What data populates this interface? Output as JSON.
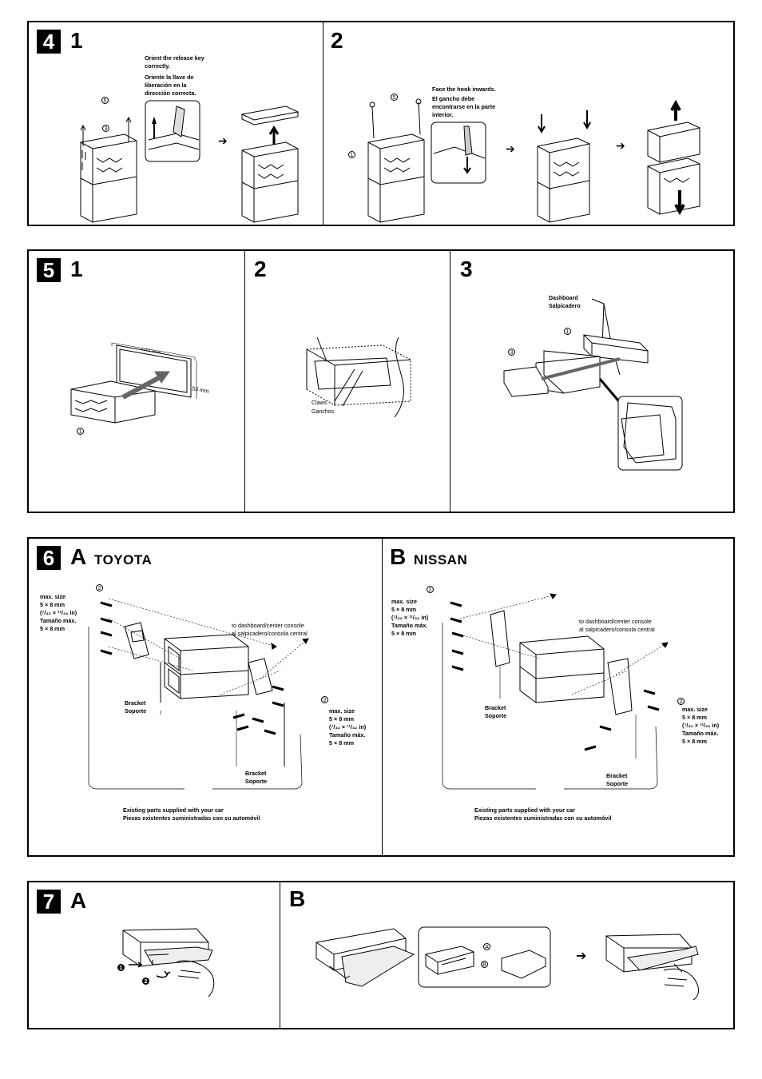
{
  "sec4": {
    "number": "4",
    "step1": "1",
    "step2": "2",
    "orient_en": "Orient the release key correctly.",
    "orient_es": "Oriente la llave de liberación en la dirección correcta.",
    "hook_en": "Face the hook inwards.",
    "hook_es": "El gancho debe encontrarse en la parte interior.",
    "ref5": "5",
    "ref3": "3",
    "ref1": "1"
  },
  "sec5": {
    "number": "5",
    "step1": "1",
    "step2": "2",
    "step3": "3",
    "dim_w": "182 mm",
    "dim_h": "53 mm",
    "ref1": "1",
    "claws_en": "Claws",
    "claws_es": "Ganchos",
    "dash_en": "Dashboard",
    "dash_es": "Salpicadero",
    "ref3": "3"
  },
  "sec6": {
    "number": "6",
    "a_letter": "A",
    "a_brand": "TOYOTA",
    "b_letter": "B",
    "b_brand": "NISSAN",
    "ref2": "2",
    "maxsize": [
      "max. size",
      "5 × 8 mm",
      "(⁷/₃₂ × ¹¹/₃₂ in)",
      "Tamaño máx.",
      "5 × 8 mm"
    ],
    "to_dash_en": "to dashboard/center console",
    "to_dash_es": "al salpicadero/consola central",
    "bracket_en": "Bracket",
    "bracket_es": "Soporte",
    "existing_en": "Existing parts supplied with your car",
    "existing_es": "Piezas existentes suministradas con su automóvil"
  },
  "sec7": {
    "number": "7",
    "a_letter": "A",
    "b_letter": "B",
    "ref_a": "A",
    "ref_b": "B",
    "m1": "1",
    "m2": "2"
  },
  "arrow": "➔"
}
